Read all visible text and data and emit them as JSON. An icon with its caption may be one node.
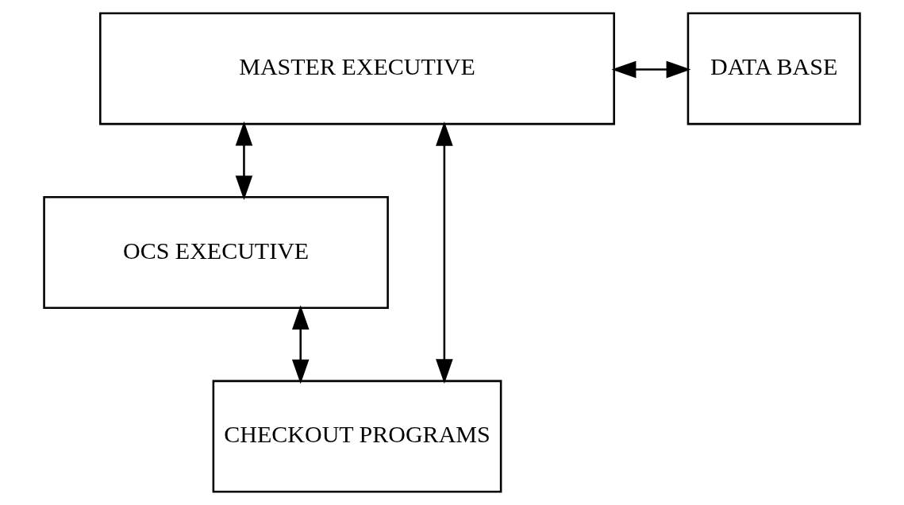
{
  "diagram": {
    "nodes": [
      {
        "text": [
          "MASTER EXECUTIVE"
        ]
      },
      {
        "text": [
          "DATA BASE"
        ]
      },
      {
        "text": [
          "OCS EXECUTIVE"
        ]
      },
      {
        "text": [
          "CHECKOUT PROGRAMS"
        ]
      }
    ],
    "edges": [
      {
        "from": 0,
        "to": 1,
        "arrow": "both"
      },
      {
        "from": 0,
        "to": 2,
        "arrow": "both"
      },
      {
        "from": 2,
        "to": 3,
        "arrow": "both"
      },
      {
        "from": 0,
        "to": 3,
        "arrow": "both"
      }
    ]
  }
}
